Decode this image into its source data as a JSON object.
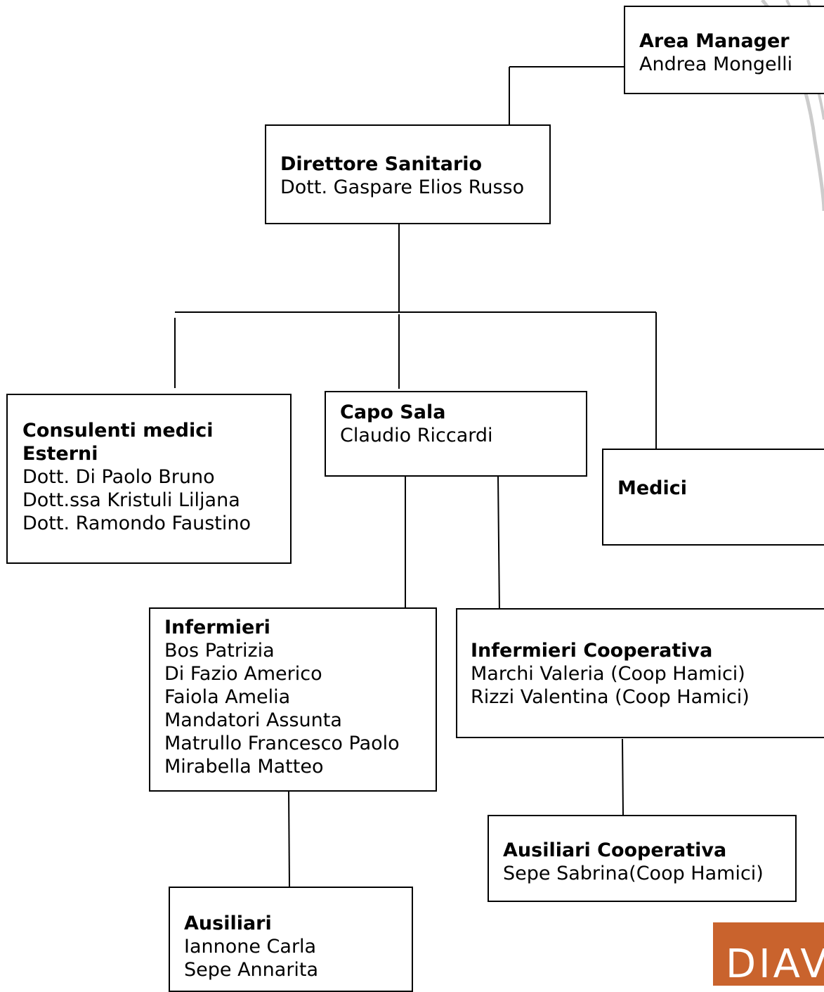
{
  "nodes": {
    "area_manager": {
      "title": "Area Manager",
      "people": [
        "Andrea Mongelli"
      ]
    },
    "direttore": {
      "title": "Direttore Sanitario",
      "people": [
        "Dott. Gaspare Elios Russo"
      ]
    },
    "consulenti": {
      "title_1": "Consulenti medici",
      "title_2": "Esterni",
      "people": [
        "Dott. Di Paolo Bruno",
        "Dott.ssa Kristuli Liljana",
        "Dott. Ramondo Faustino"
      ]
    },
    "capo_sala": {
      "title": "Capo Sala",
      "people": [
        "Claudio Riccardi"
      ]
    },
    "medici": {
      "title": "Medici"
    },
    "infermieri": {
      "title": "Infermieri",
      "people": [
        "Bos Patrizia",
        "Di Fazio Americo",
        "Faiola Amelia",
        "Mandatori Assunta",
        "Matrullo Francesco Paolo",
        "Mirabella Matteo"
      ]
    },
    "infermieri_coop": {
      "title": "Infermieri Cooperativa",
      "people": [
        "Marchi Valeria (Coop Hamici)",
        "Rizzi Valentina (Coop Hamici)"
      ]
    },
    "ausiliari": {
      "title": "Ausiliari",
      "people": [
        "Iannone Carla",
        "Sepe Annarita"
      ]
    },
    "ausiliari_coop": {
      "title": "Ausiliari Cooperativa",
      "people": [
        "Sepe Sabrina(Coop Hamici)"
      ]
    }
  },
  "logo": {
    "text": "DIAV"
  },
  "colors": {
    "logo": "#c9632d",
    "watermark": "#cccccc"
  }
}
